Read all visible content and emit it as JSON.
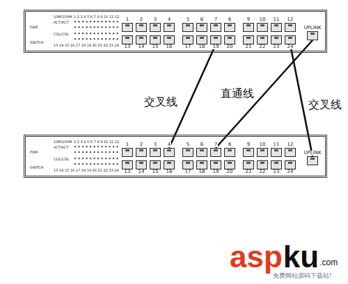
{
  "diagram": {
    "nodes": [
      {
        "text": [
          "10M/100M",
          "1 2 3 4 5 6 7 8 9 10 11 12",
          "ACT/ACT",
          "PWR",
          "COL/COL",
          "SWITCH",
          "13 14 15 16 17 18 19 20 21 22 23 24"
        ]
      },
      {
        "text": [
          "1"
        ],
        "in": 0
      },
      {
        "text": [
          "2"
        ],
        "in": 0
      },
      {
        "text": [
          "3"
        ],
        "in": 0
      },
      {
        "text": [
          "4"
        ],
        "in": 0
      },
      {
        "text": [
          "5"
        ],
        "in": 0
      },
      {
        "text": [
          "6"
        ],
        "in": 0
      },
      {
        "text": [
          "7"
        ],
        "in": 0
      },
      {
        "text": [
          "8"
        ],
        "in": 0
      },
      {
        "text": [
          "9"
        ],
        "in": 0
      },
      {
        "text": [
          "10"
        ],
        "in": 0
      },
      {
        "text": [
          "11"
        ],
        "in": 0
      },
      {
        "text": [
          "12"
        ],
        "in": 0
      },
      {
        "text": [
          "13"
        ],
        "in": 0
      },
      {
        "text": [
          "14"
        ],
        "in": 0
      },
      {
        "text": [
          "15"
        ],
        "in": 0
      },
      {
        "text": [
          "16"
        ],
        "in": 0
      },
      {
        "text": [
          "17"
        ],
        "in": 0
      },
      {
        "text": [
          "18"
        ],
        "in": 0
      },
      {
        "text": [
          "19"
        ],
        "in": 0
      },
      {
        "text": [
          "20"
        ],
        "in": 0
      },
      {
        "text": [
          "21"
        ],
        "in": 0
      },
      {
        "text": [
          "22"
        ],
        "in": 0
      },
      {
        "text": [
          "23"
        ],
        "in": 0
      },
      {
        "text": [
          "24"
        ],
        "in": 0
      },
      {
        "text": [
          "UPLINK"
        ],
        "in": 0
      },
      {
        "text": [
          "10M/100M",
          "1 2 3 4 5 6 7 8 9 10 11 12",
          "ACT/ACT",
          "PWR",
          "COL/COL",
          "SWITCH",
          "13 14 15 16 17 18 19 20 21 22 23 24"
        ]
      },
      {
        "text": [
          "1"
        ],
        "in": 26
      },
      {
        "text": [
          "2"
        ],
        "in": 26
      },
      {
        "text": [
          "3"
        ],
        "in": 26
      },
      {
        "text": [
          "4"
        ],
        "in": 26
      },
      {
        "text": [
          "5"
        ],
        "in": 26
      },
      {
        "text": [
          "6"
        ],
        "in": 26
      },
      {
        "text": [
          "7"
        ],
        "in": 26
      },
      {
        "text": [
          "8"
        ],
        "in": 26
      },
      {
        "text": [
          "9"
        ],
        "in": 26
      },
      {
        "text": [
          "10"
        ],
        "in": 26
      },
      {
        "text": [
          "11"
        ],
        "in": 26
      },
      {
        "text": [
          "12"
        ],
        "in": 26
      },
      {
        "text": [
          "13"
        ],
        "in": 26
      },
      {
        "text": [
          "14"
        ],
        "in": 26
      },
      {
        "text": [
          "15"
        ],
        "in": 26
      },
      {
        "text": [
          "16"
        ],
        "in": 26
      },
      {
        "text": [
          "17"
        ],
        "in": 26
      },
      {
        "text": [
          "18"
        ],
        "in": 26
      },
      {
        "text": [
          "19"
        ],
        "in": 26
      },
      {
        "text": [
          "20"
        ],
        "in": 26
      },
      {
        "text": [
          "21"
        ],
        "in": 26
      },
      {
        "text": [
          "22"
        ],
        "in": 26
      },
      {
        "text": [
          "23"
        ],
        "in": 26
      },
      {
        "text": [
          "24"
        ],
        "in": 26
      },
      {
        "text": [
          "UPLINK"
        ],
        "in": 26
      }
    ],
    "edges": [
      {
        "from": 19,
        "to": 30,
        "label": "交叉线",
        "arrow": "none"
      },
      {
        "from": 25,
        "to": 33,
        "label": "直通线",
        "arrow": "none"
      },
      {
        "from": 24,
        "to": 51,
        "label": "交叉线",
        "arrow": "none"
      }
    ],
    "labels": [
      "asp",
      "ku",
      ".com",
      "免费网站源码下载站!"
    ]
  }
}
